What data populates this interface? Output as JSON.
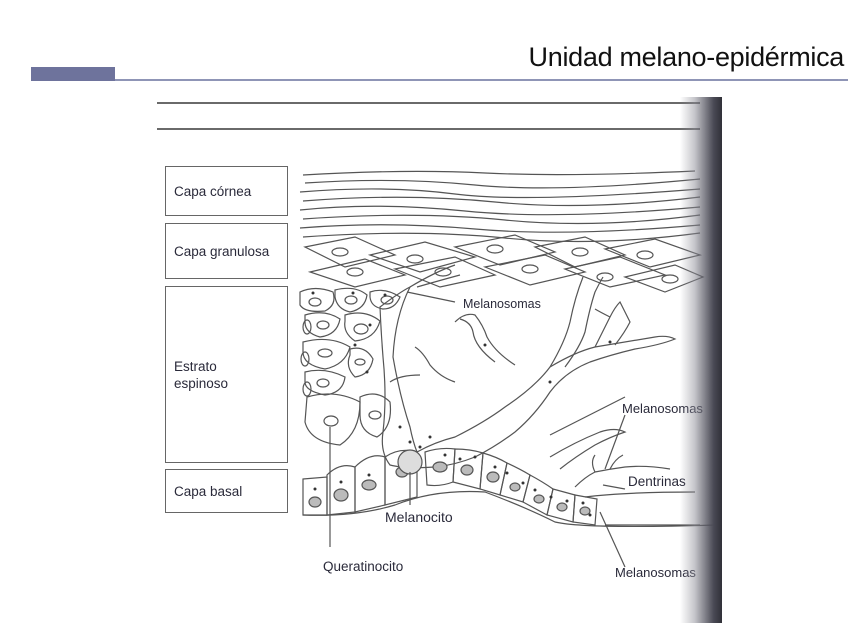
{
  "slide": {
    "title": "Unidad melano-epidérmica",
    "accent_color": "#6e739c",
    "rule_color": "#8f95b6"
  },
  "figure": {
    "layers": [
      {
        "label": "Capa córnea"
      },
      {
        "label": "Capa granulosa"
      },
      {
        "label": "Estrato espinoso"
      },
      {
        "label": "Capa basal"
      }
    ],
    "annotations": {
      "melanosomas_top": "Melanosomas",
      "melanosomas_right": "Melanosomas",
      "dentrinas": "Dentrinas",
      "melanocito": "Melanocito",
      "queratinocito": "Queratinocito",
      "melanosomas_bottom": "Melanosomas"
    }
  }
}
